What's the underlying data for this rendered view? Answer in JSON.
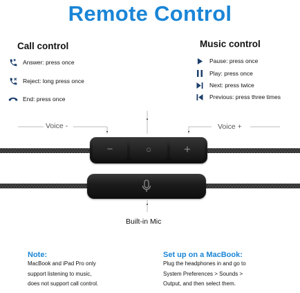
{
  "title": "Remote Control",
  "call_control": {
    "heading": "Call control",
    "items": [
      {
        "icon": "phone-answer-icon",
        "text": "Answer: press once"
      },
      {
        "icon": "phone-reject-icon",
        "text": "Reject: long press once"
      },
      {
        "icon": "phone-end-icon",
        "text": "End: press once"
      }
    ]
  },
  "music_control": {
    "heading": "Music control",
    "items": [
      {
        "icon": "play-triangle-icon",
        "text": "Pause: press once"
      },
      {
        "icon": "pause-bars-icon",
        "text": "Play: press once"
      },
      {
        "icon": "next-track-icon",
        "text": "Next: press twice"
      },
      {
        "icon": "previous-track-icon",
        "text": "Previous: press three times"
      }
    ]
  },
  "remote": {
    "voice_down_label": "Voice -",
    "voice_up_label": "Voice +",
    "minus_symbol": "−",
    "center_symbol": "○",
    "plus_symbol": "+",
    "mic_label": "Built-in Mic"
  },
  "note": {
    "heading": "Note:",
    "lines": [
      "MacBook and iPad Pro only",
      "support listening to music,",
      "does not support call control."
    ]
  },
  "macbook": {
    "heading": "Set up on a MacBook:",
    "lines": [
      "Plug the headphones in and go to",
      "System Preferences > Sounds >",
      "Output, and then select them."
    ]
  },
  "colors": {
    "accent": "#1a85d6",
    "cable": "#2a2a2a",
    "remote_body": "#1c1c1c"
  }
}
